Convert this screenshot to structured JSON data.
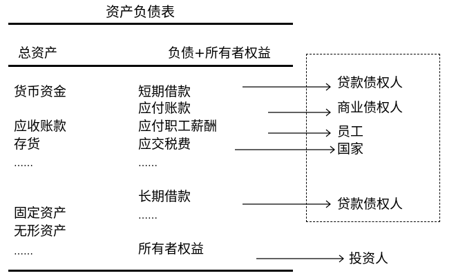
{
  "title": "资产负债表",
  "headers": {
    "assets": "总资产",
    "liabilities_equity": "负债+所有者权益"
  },
  "assets": [
    "货币资金",
    "应收账款",
    "存货",
    "……",
    "固定资产",
    "无形资产",
    "……"
  ],
  "liabilities": [
    "短期借款",
    "应付账款",
    "应付职工薪酬",
    "应交税费",
    "……",
    "长期借款",
    "……",
    "所有者权益"
  ],
  "stakeholders": [
    "贷款债权人",
    "商业债权人",
    "员工",
    "国家",
    "贷款债权人",
    "投资人"
  ],
  "colors": {
    "line": "#000000",
    "background": "#ffffff"
  }
}
